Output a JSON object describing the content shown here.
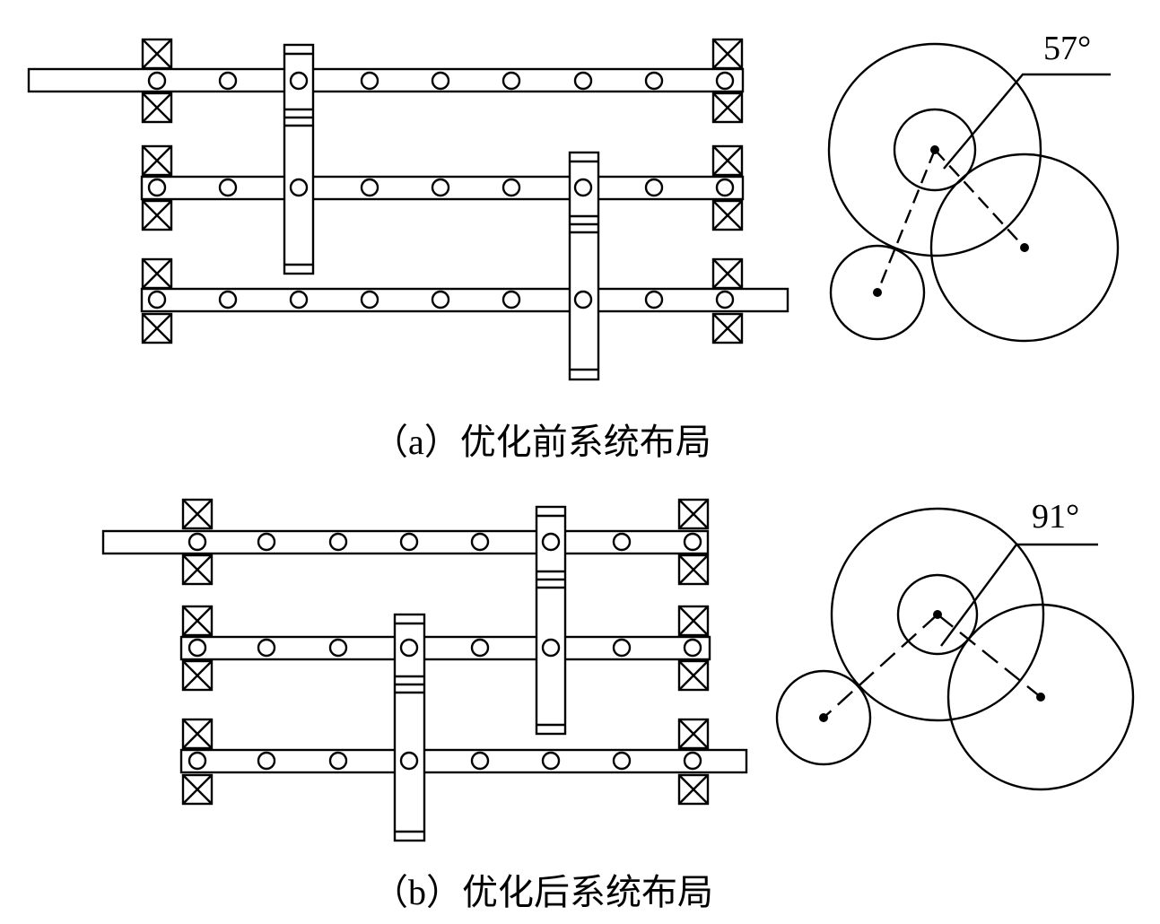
{
  "panel_a": {
    "caption": "（a）优化前系统布局",
    "angle_label": "57°"
  },
  "panel_b": {
    "caption": "（b）优化后系统布局",
    "angle_label": "91°"
  }
}
